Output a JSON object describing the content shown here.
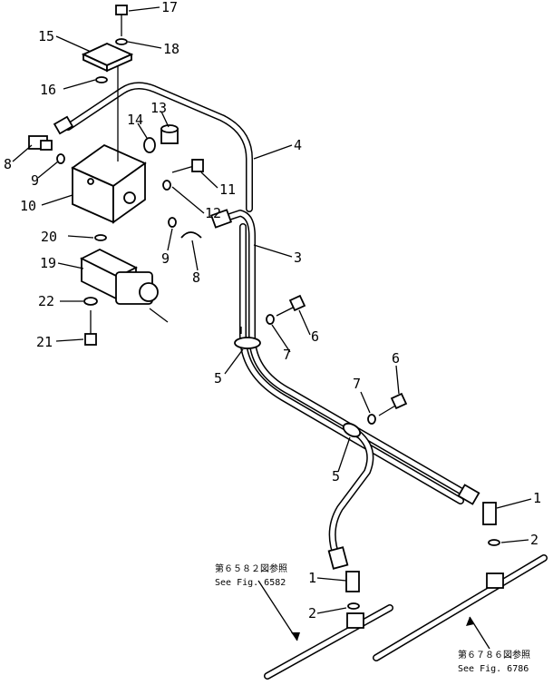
{
  "callouts": {
    "p1": "1",
    "p1b": "1",
    "p2": "2",
    "p2b": "2",
    "p3": "3",
    "p4": "4",
    "p5": "5",
    "p5b": "5",
    "p6": "6",
    "p6b": "6",
    "p7": "7",
    "p7b": "7",
    "p8": "8",
    "p8b": "8",
    "p9": "9",
    "p9b": "9",
    "p10": "10",
    "p11": "11",
    "p12": "12",
    "p13": "13",
    "p14": "14",
    "p15": "15",
    "p16": "16",
    "p17": "17",
    "p18": "18",
    "p19": "19",
    "p20": "20",
    "p21": "21",
    "p22": "22"
  },
  "references": {
    "left_jp": "第６５８２図参照",
    "left_en": "See Fig. 6582",
    "right_jp": "第６７８６図参照",
    "right_en": "See Fig. 6786"
  }
}
